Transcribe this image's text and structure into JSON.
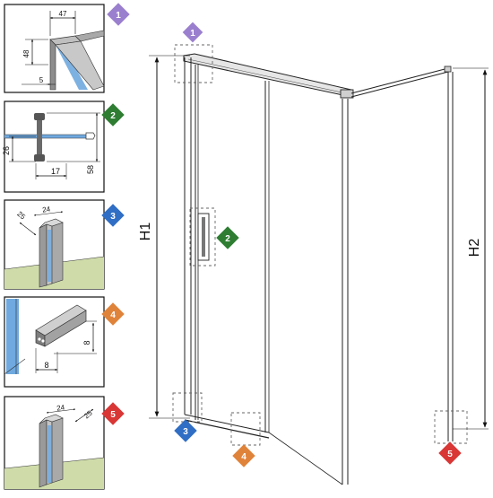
{
  "badges": [
    {
      "number": "1",
      "color": "#9b7fcf"
    },
    {
      "number": "2",
      "color": "#2e7d32"
    },
    {
      "number": "3",
      "color": "#2f6ec4"
    },
    {
      "number": "4",
      "color": "#e0833a"
    },
    {
      "number": "5",
      "color": "#d93636"
    }
  ],
  "details": {
    "d1": {
      "width": "47",
      "height": "48",
      "wall": "5"
    },
    "d2": {
      "a": "26",
      "b": "17",
      "c": "58"
    },
    "d3": {
      "a": "24",
      "b": "25"
    },
    "d4": {
      "a": "8",
      "b": "8"
    },
    "d5": {
      "a": "24",
      "b": "25"
    }
  },
  "main": {
    "h1": "H1",
    "h2": "H2"
  }
}
